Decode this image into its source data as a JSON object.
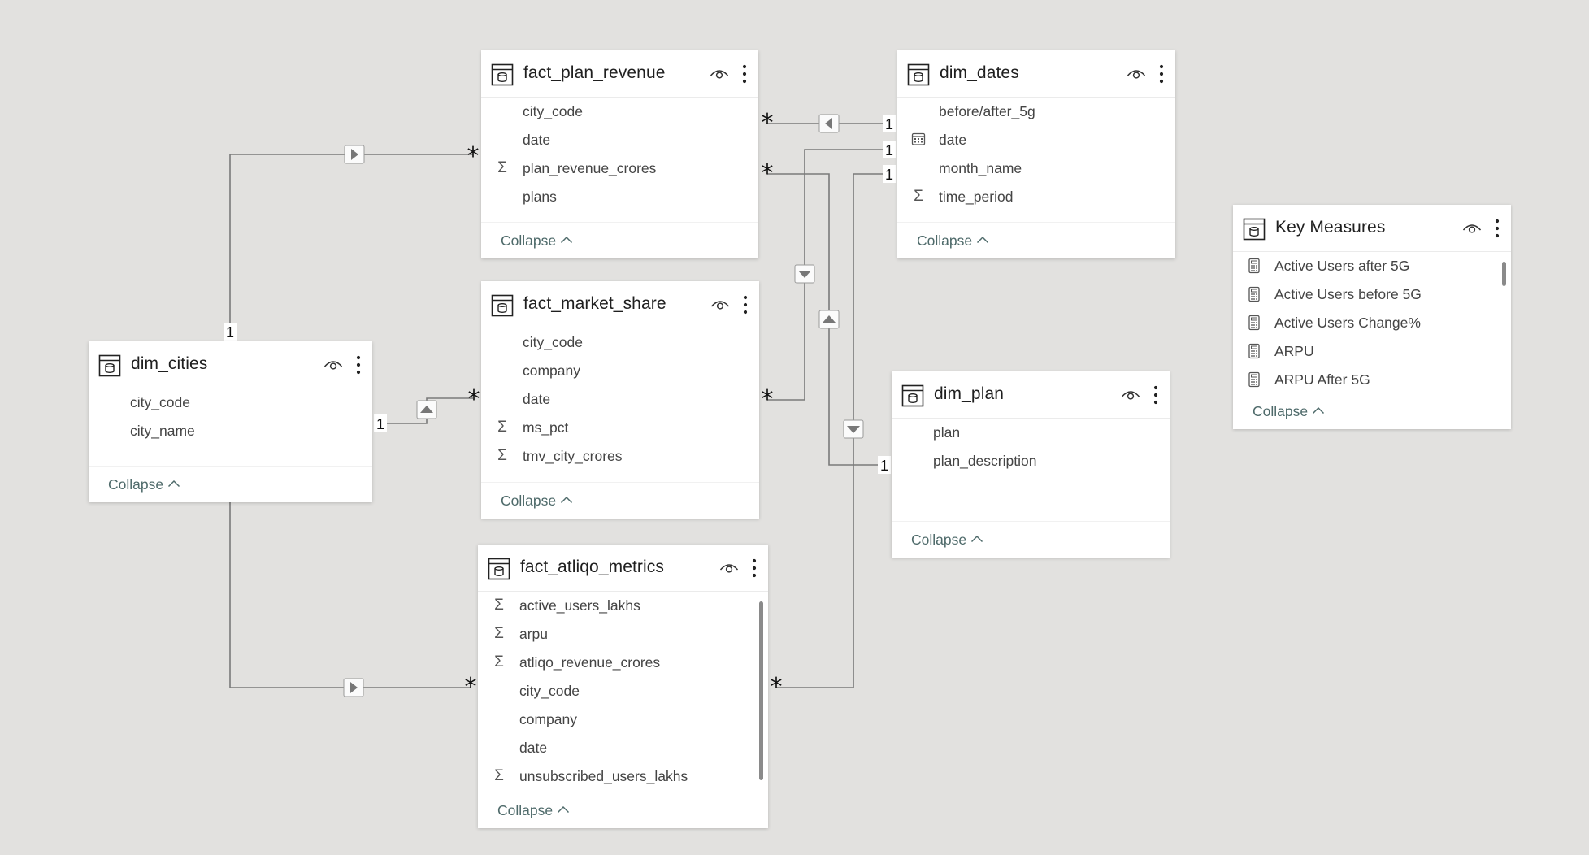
{
  "tables": [
    {
      "id": "dim_cities",
      "title": "dim_cities",
      "fields": [
        {
          "label": "city_code",
          "icon": "none"
        },
        {
          "label": "city_name",
          "icon": "none"
        }
      ],
      "collapse_label": "Collapse"
    },
    {
      "id": "fact_plan_revenue",
      "title": "fact_plan_revenue",
      "fields": [
        {
          "label": "city_code",
          "icon": "none"
        },
        {
          "label": "date",
          "icon": "none"
        },
        {
          "label": "plan_revenue_crores",
          "icon": "sigma-icon"
        },
        {
          "label": "plans",
          "icon": "none"
        }
      ],
      "collapse_label": "Collapse"
    },
    {
      "id": "fact_market_share",
      "title": "fact_market_share",
      "fields": [
        {
          "label": "city_code",
          "icon": "none"
        },
        {
          "label": "company",
          "icon": "none"
        },
        {
          "label": "date",
          "icon": "none"
        },
        {
          "label": "ms_pct",
          "icon": "sigma-icon"
        },
        {
          "label": "tmv_city_crores",
          "icon": "sigma-icon"
        }
      ],
      "collapse_label": "Collapse"
    },
    {
      "id": "fact_atliqo_metrics",
      "title": "fact_atliqo_metrics",
      "fields": [
        {
          "label": "active_users_lakhs",
          "icon": "sigma-icon"
        },
        {
          "label": "arpu",
          "icon": "sigma-icon"
        },
        {
          "label": "atliqo_revenue_crores",
          "icon": "sigma-icon"
        },
        {
          "label": "city_code",
          "icon": "none"
        },
        {
          "label": "company",
          "icon": "none"
        },
        {
          "label": "date",
          "icon": "none"
        },
        {
          "label": "unsubscribed_users_lakhs",
          "icon": "sigma-icon"
        }
      ],
      "collapse_label": "Collapse"
    },
    {
      "id": "dim_dates",
      "title": "dim_dates",
      "fields": [
        {
          "label": "before/after_5g",
          "icon": "none"
        },
        {
          "label": "date",
          "icon": "calendar-icon"
        },
        {
          "label": "month_name",
          "icon": "none"
        },
        {
          "label": "time_period",
          "icon": "sigma-icon"
        }
      ],
      "collapse_label": "Collapse"
    },
    {
      "id": "dim_plan",
      "title": "dim_plan",
      "fields": [
        {
          "label": "plan",
          "icon": "none"
        },
        {
          "label": "plan_description",
          "icon": "none"
        }
      ],
      "collapse_label": "Collapse"
    },
    {
      "id": "key_measures",
      "title": "Key Measures",
      "fields": [
        {
          "label": "Active Users after 5G",
          "icon": "calculator-icon"
        },
        {
          "label": "Active Users before 5G",
          "icon": "calculator-icon"
        },
        {
          "label": "Active Users Change%",
          "icon": "calculator-icon"
        },
        {
          "label": "ARPU",
          "icon": "calculator-icon"
        },
        {
          "label": "ARPU After 5G",
          "icon": "calculator-icon"
        }
      ],
      "collapse_label": "Collapse"
    }
  ],
  "relationships": [
    {
      "from": "dim_cities",
      "to": "fact_plan_revenue",
      "from_card": "1",
      "to_card": "*"
    },
    {
      "from": "dim_cities",
      "to": "fact_market_share",
      "from_card": "1",
      "to_card": "*"
    },
    {
      "from": "dim_cities",
      "to": "fact_atliqo_metrics",
      "from_card": "1",
      "to_card": "*"
    },
    {
      "from": "dim_dates",
      "to": "fact_plan_revenue",
      "from_card": "1",
      "to_card": "*"
    },
    {
      "from": "dim_dates",
      "to": "fact_market_share",
      "from_card": "1",
      "to_card": "*"
    },
    {
      "from": "dim_dates",
      "to": "fact_atliqo_metrics",
      "from_card": "1",
      "to_card": "*"
    },
    {
      "from": "dim_plan",
      "to": "fact_plan_revenue",
      "from_card": "1",
      "to_card": "*"
    }
  ],
  "colors": {
    "canvas": "#e2e1df",
    "card": "#ffffff",
    "line": "#7a7a7a",
    "collapse_text": "#4e6a6a"
  }
}
